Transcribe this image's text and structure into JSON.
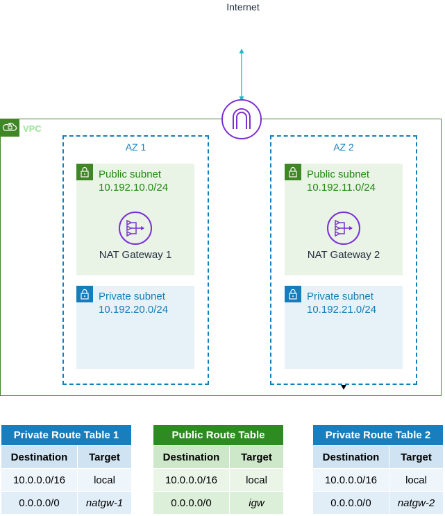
{
  "internet_label": "Internet",
  "vpc_label": "VPC",
  "azs": [
    {
      "label": "AZ 1",
      "public_subnet": {
        "name": "Public subnet",
        "cidr": "10.192.10.0/24"
      },
      "nat_gateway": "NAT Gateway 1",
      "private_subnet": {
        "name": "Private subnet",
        "cidr": "10.192.20.0/24"
      }
    },
    {
      "label": "AZ 2",
      "public_subnet": {
        "name": "Public subnet",
        "cidr": "10.192.11.0/24"
      },
      "nat_gateway": "NAT Gateway 2",
      "private_subnet": {
        "name": "Private subnet",
        "cidr": "10.192.21.0/24"
      }
    }
  ],
  "route_tables": [
    {
      "title": "Private Route Table 1",
      "headers": [
        "Destination",
        "Target"
      ],
      "rows": [
        [
          "10.0.0.0/16",
          "local"
        ],
        [
          "0.0.0.0/0",
          "natgw-1"
        ]
      ]
    },
    {
      "title": "Public Route Table",
      "headers": [
        "Destination",
        "Target"
      ],
      "rows": [
        [
          "10.0.0.0/16",
          "local"
        ],
        [
          "0.0.0.0/0",
          "igw"
        ]
      ]
    },
    {
      "title": "Private Route Table 2",
      "headers": [
        "Destination",
        "Target"
      ],
      "rows": [
        [
          "10.0.0.0/16",
          "local"
        ],
        [
          "0.0.0.0/0",
          "natgw-2"
        ]
      ]
    }
  ],
  "colors": {
    "vpc_green": "#3f8624",
    "az_blue": "#147eba",
    "gateway_purple": "#7b2fd4",
    "arrow_teal": "#1fb5c9"
  }
}
